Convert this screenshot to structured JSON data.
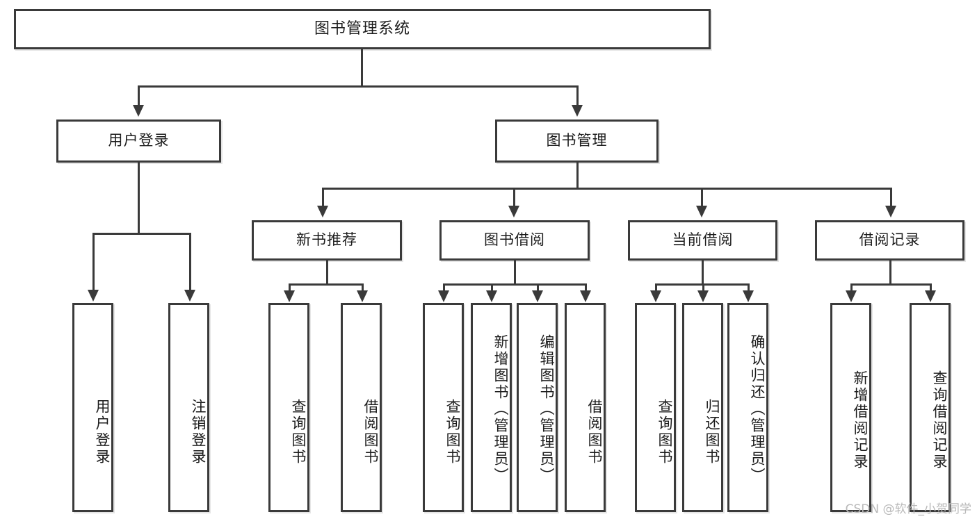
{
  "diagram": {
    "title": "图书管理系统",
    "type": "tree",
    "root": {
      "label": "图书管理系统"
    },
    "level1": [
      {
        "label": "用户登录"
      },
      {
        "label": "图书管理"
      }
    ],
    "level2": [
      {
        "label": "新书推荐"
      },
      {
        "label": "图书借阅"
      },
      {
        "label": "当前借阅"
      },
      {
        "label": "借阅记录"
      }
    ],
    "leaves": {
      "user_login": [
        {
          "label": "用户登录"
        },
        {
          "label": "注销登录"
        }
      ],
      "new_book_recommend": [
        {
          "label": "查询图书"
        },
        {
          "label": "借阅图书"
        }
      ],
      "book_borrow": [
        {
          "label": "查询图书"
        },
        {
          "label": "新增图书（管理员）"
        },
        {
          "label": "编辑图书（管理员）"
        },
        {
          "label": "借阅图书"
        }
      ],
      "current_borrow": [
        {
          "label": "查询图书"
        },
        {
          "label": "归还图书"
        },
        {
          "label": "确认归还（管理员）"
        }
      ],
      "borrow_record": [
        {
          "label": "新增借阅记录"
        },
        {
          "label": "查询借阅记录"
        }
      ]
    }
  },
  "watermark": {
    "text": "CSDN @软件_小贺同学"
  },
  "colors": {
    "stroke": "#3a3a3a",
    "text": "#1c1c1c",
    "background": "#ffffff",
    "watermark": "#b9b9b9"
  }
}
